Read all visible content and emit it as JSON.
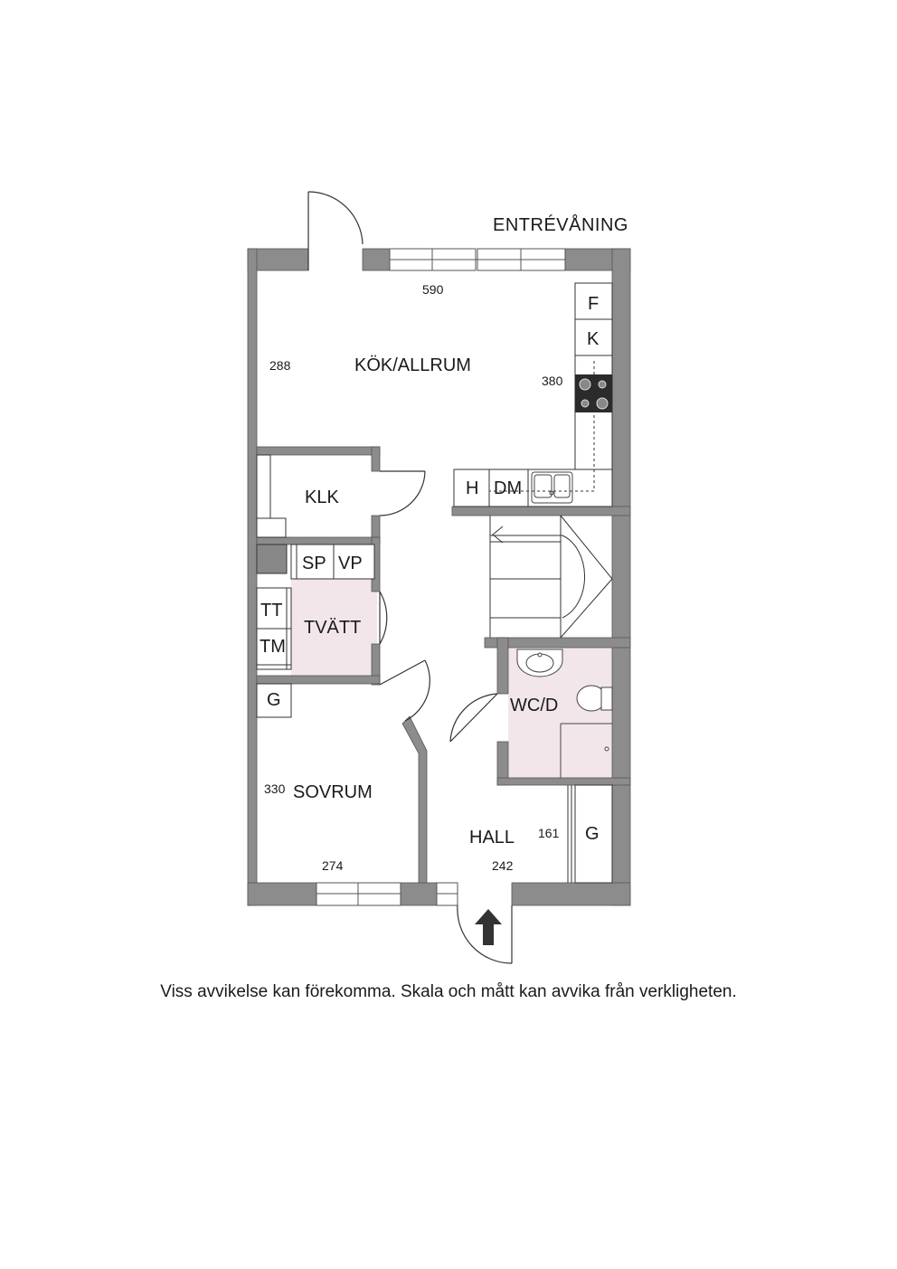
{
  "title": "ENTRÉVÅNING",
  "rooms": {
    "kok": "KÖK/ALLRUM",
    "klk": "KLK",
    "tvatt": "TVÄTT",
    "wcd": "WC/D",
    "sovrum": "SOVRUM",
    "hall": "HALL"
  },
  "dimensions": {
    "kok_width": "590",
    "kok_depth_left": "288",
    "kok_depth_right": "380",
    "sovrum_depth": "330",
    "sovrum_width": "274",
    "hall_width": "242",
    "closet_width": "161"
  },
  "fixtures": {
    "fridge": "F",
    "freezer": "K",
    "cabinet_h": "H",
    "dishwasher": "DM",
    "sp": "SP",
    "vp": "VP",
    "tumble_dryer": "TT",
    "washing_machine": "TM",
    "wardrobe_sovrum": "G",
    "wardrobe_hall": "G"
  },
  "colors": {
    "wall": "#8c8c8c",
    "wet_room": "#f2e6ea",
    "line": "#333333"
  },
  "disclaimer": "Viss avvikelse kan förekomma. Skala och mått kan avvika från verkligheten."
}
